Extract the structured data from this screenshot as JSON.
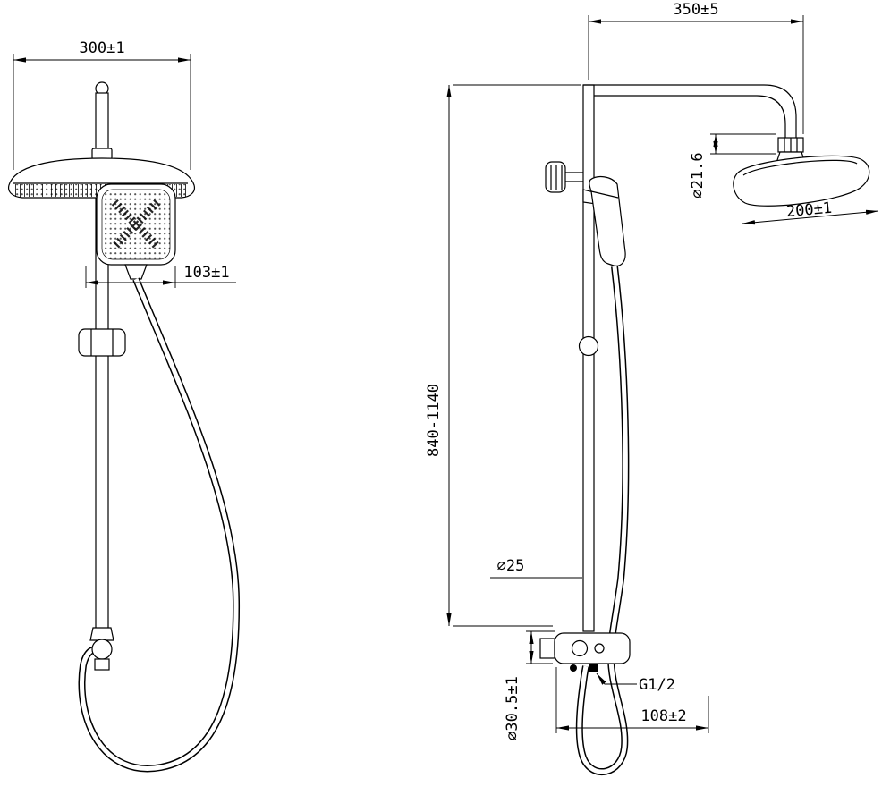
{
  "colors": {
    "background": "#ffffff",
    "line": "#000000"
  },
  "drawing": {
    "type": "technical-dimension-drawing",
    "subject": "shower column set, front and side views",
    "front_view": {
      "dim_head_width": "300±1",
      "dim_handshower_width": "103±1"
    },
    "side_view": {
      "dim_arm_length": "350±5",
      "dim_arm_pipe_diameter": "∅21.6",
      "dim_head_diameter": "200±1",
      "dim_riser_height": "840-1140",
      "dim_riser_diameter": "∅25",
      "dim_valve_diameter": "∅30.5±1",
      "dim_thread": "G1/2",
      "dim_inlet_spacing": "108±2"
    }
  }
}
